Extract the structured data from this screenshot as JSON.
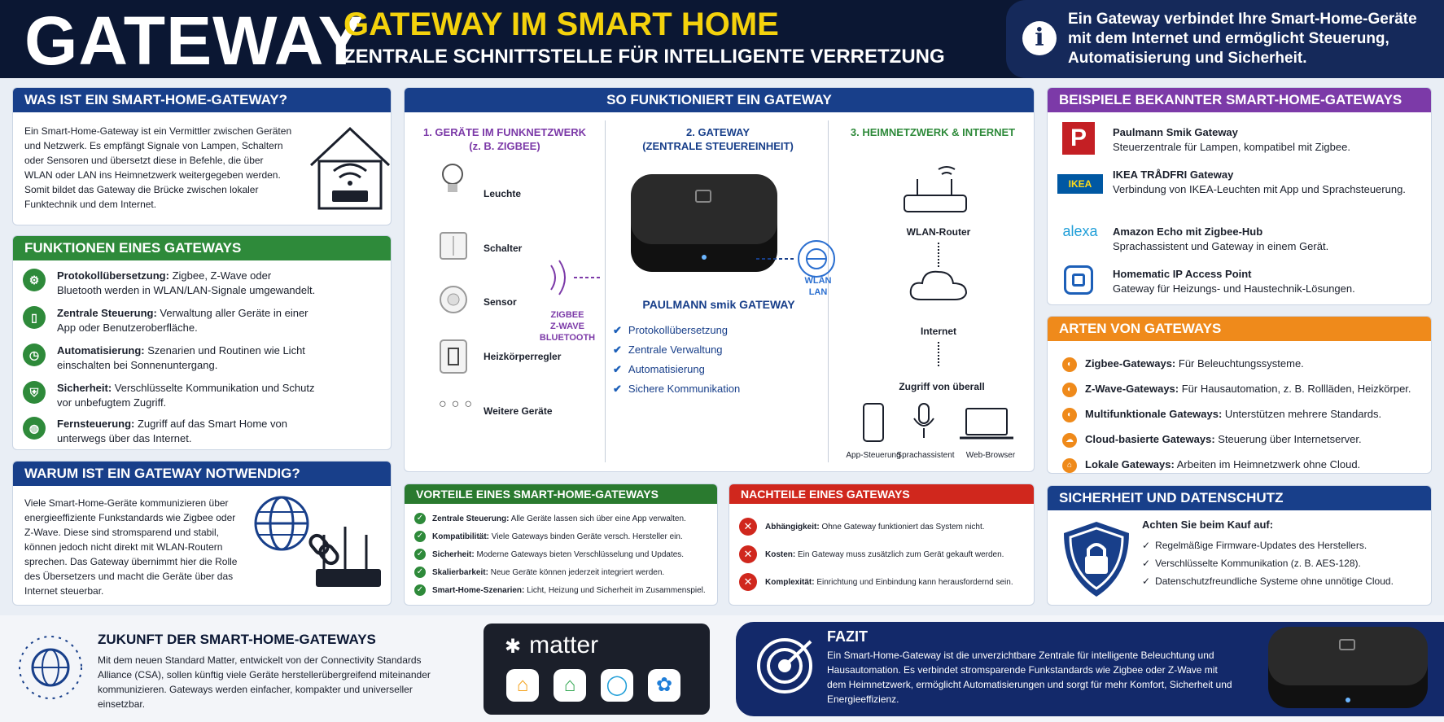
{
  "header": {
    "big_title": "GATEWAY",
    "title": "GATEWAY IM SMART HOME",
    "subtitle": "ZENTRALE SCHNITTSTELLE FÜR INTELLIGENTE VERRETZUNG",
    "info": "Ein Gateway verbindet Ihre Smart-Home-Geräte mit dem Internet und ermöglicht Steuerung, Automatisierung und Sicherheit."
  },
  "what": {
    "title": "WAS IST EIN SMART-HOME-GATEWAY?",
    "text": "Ein Smart-Home-Gateway ist ein Vermittler zwischen Geräten und Netzwerk. Es empfängt Signale von Lampen, Schaltern oder Sensoren und übersetzt diese in Befehle, die über WLAN oder LAN ins Heimnetzwerk weitergegeben werden. Somit bildet das Gateway die Brücke zwischen lokaler Funktechnik und dem Internet."
  },
  "functions": {
    "title": "FUNKTIONEN EINES GATEWAYS",
    "items": [
      {
        "bold": "Protokollübersetzung:",
        "text": " Zigbee, Z-Wave oder Bluetooth werden in WLAN/LAN-Signale umgewandelt."
      },
      {
        "bold": "Zentrale Steuerung:",
        "text": " Verwaltung aller Geräte in einer App oder Benutzeroberfläche."
      },
      {
        "bold": "Automatisierung:",
        "text": " Szenarien und Routinen wie Licht einschalten bei Sonnenuntergang."
      },
      {
        "bold": "Sicherheit:",
        "text": " Verschlüsselte Kommunikation und Schutz vor unbefugtem Zugriff."
      },
      {
        "bold": "Fernsteuerung:",
        "text": " Zugriff auf das Smart Home von unterwegs über das Internet."
      }
    ]
  },
  "why": {
    "title": "WARUM IST EIN GATEWAY NOTWENDIG?",
    "text": "Viele Smart-Home-Geräte kommunizieren über energieeffiziente Funkstandards wie Zigbee oder Z-Wave. Diese sind stromsparend und stabil, können jedoch nicht direkt mit WLAN-Routern sprechen. Das Gateway übernimmt hier die Rolle des Übersetzers und macht die Geräte über das Internet steuerbar."
  },
  "how": {
    "title": "SO FUNKTIONIERT EIN GATEWAY",
    "col1_title": "1. GERÄTE IM FUNKNETZWERK",
    "col1_sub": "(z. B. ZIGBEE)",
    "col2_title": "2. GATEWAY",
    "col2_sub": "(ZENTRALE STEUEREINHEIT)",
    "col3_title": "3. HEIMNETZWERK & INTERNET",
    "devices": [
      "Leuchte",
      "Schalter",
      "Sensor",
      "Heizkörperregler",
      "Weitere Geräte"
    ],
    "radio": [
      "ZIGBEE",
      "Z-WAVE",
      "BLUETOOTH"
    ],
    "gateway_name": "PAULMANN smik GATEWAY",
    "gateway_features": [
      "Protokollübersetzung",
      "Zentrale Verwaltung",
      "Automatisierung",
      "Sichere Kommunikation"
    ],
    "wlan": [
      "WLAN",
      "LAN"
    ],
    "router": "WLAN-Router",
    "internet": "Internet",
    "access": "Zugriff von überall",
    "clients": [
      "App-Steuerung",
      "Sprachassistent",
      "Web-Browser"
    ]
  },
  "examples": {
    "title": "BEISPIELE BEKANNTER SMART-HOME-GATEWAYS",
    "items": [
      {
        "logo": "P",
        "name": "Paulmann Smik Gateway",
        "desc": "Steuerzentrale für Lampen, kompatibel mit Zigbee."
      },
      {
        "logo": "IKEA",
        "name": "IKEA TRÅDFRI Gateway",
        "desc": "Verbindung von IKEA-Leuchten mit App und Sprachsteuerung."
      },
      {
        "logo": "alexa",
        "name": "Amazon Echo mit Zigbee-Hub",
        "desc": "Sprachassistent und Gateway in einem Gerät."
      },
      {
        "logo": "",
        "name": "Homematic IP Access Point",
        "desc": "Gateway für Heizungs- und Haustechnik-Lösungen."
      }
    ]
  },
  "types": {
    "title": "ARTEN VON GATEWAYS",
    "items": [
      {
        "bold": "Zigbee-Gateways:",
        "text": " Für Beleuchtungssysteme."
      },
      {
        "bold": "Z-Wave-Gateways:",
        "text": " Für Hausautomation, z. B. Rollläden, Heizkörper."
      },
      {
        "bold": "Multifunktionale Gateways:",
        "text": " Unterstützen mehrere Standards."
      },
      {
        "bold": "Cloud-basierte Gateways:",
        "text": " Steuerung über Internetserver."
      },
      {
        "bold": "Lokale Gateways:",
        "text": " Arbeiten im Heimnetzwerk ohne Cloud."
      }
    ]
  },
  "pros": {
    "title": "VORTEILE EINES SMART-HOME-GATEWAYS",
    "items": [
      {
        "bold": "Zentrale Steuerung:",
        "text": " Alle Geräte lassen sich über eine App verwalten."
      },
      {
        "bold": "Kompatibilität:",
        "text": " Viele Gateways binden Geräte versch. Hersteller ein."
      },
      {
        "bold": "Sicherheit:",
        "text": " Moderne Gateways bieten Verschlüsselung und Updates."
      },
      {
        "bold": "Skalierbarkeit:",
        "text": " Neue Geräte können jederzeit integriert werden."
      },
      {
        "bold": "Smart-Home-Szenarien:",
        "text": " Licht, Heizung und Sicherheit im Zusammenspiel."
      }
    ]
  },
  "cons": {
    "title": "NACHTEILE EINES GATEWAYS",
    "items": [
      {
        "bold": "Abhängigkeit:",
        "text": " Ohne Gateway funktioniert das System nicht."
      },
      {
        "bold": "Kosten:",
        "text": " Ein Gateway muss zusätzlich zum Gerät gekauft werden."
      },
      {
        "bold": "Komplexität:",
        "text": " Einrichtung und Einbindung kann herausfordernd sein."
      }
    ]
  },
  "security": {
    "title": "SICHERHEIT UND DATENSCHUTZ",
    "lead": "Achten Sie beim Kauf auf:",
    "items": [
      "Regelmäßige Firmware-Updates des Herstellers.",
      "Verschlüsselte Kommunikation (z. B. AES-128).",
      "Datenschutzfreundliche Systeme ohne unnötige Cloud."
    ]
  },
  "future": {
    "title": "ZUKUNFT DER SMART-HOME-GATEWAYS",
    "text": "Mit dem neuen Standard Matter, entwickelt von der Connectivity Standards Alliance (CSA), sollen künftig viele Geräte herstellerübergreifend miteinander kommunizieren. Gateways werden einfacher, kompakter und universeller einsetzbar.",
    "matter": "matter"
  },
  "conclusion": {
    "title": "FAZIT",
    "text": "Ein Smart-Home-Gateway ist die unverzichtbare Zentrale für intelligente Beleuchtung und Hausautomation. Es verbindet stromsparende Funkstandards wie Zigbee oder Z-Wave mit dem Heimnetzwerk, ermöglicht Automatisierungen und sorgt für mehr Komfort, Sicherheit und Energieeffizienz."
  },
  "colors": {
    "navy": "#0b1733",
    "yellow": "#f4d20c",
    "blue": "#183f8a",
    "green": "#2e8a3a",
    "purple": "#7c3aa8",
    "orange": "#ef8a1b",
    "red": "#d0271d"
  },
  "icons": [
    "info-icon",
    "house-wifi-icon",
    "gear-icon",
    "phone-icon",
    "timer-icon",
    "shield-icon",
    "globe-icon",
    "chain-link-icon",
    "router-icon",
    "lightbulb-icon",
    "switch-icon",
    "sensor-icon",
    "thermostat-icon",
    "cloud-icon",
    "microphone-icon",
    "laptop-icon",
    "lock-shield-icon",
    "target-icon",
    "chip-globe-icon"
  ]
}
